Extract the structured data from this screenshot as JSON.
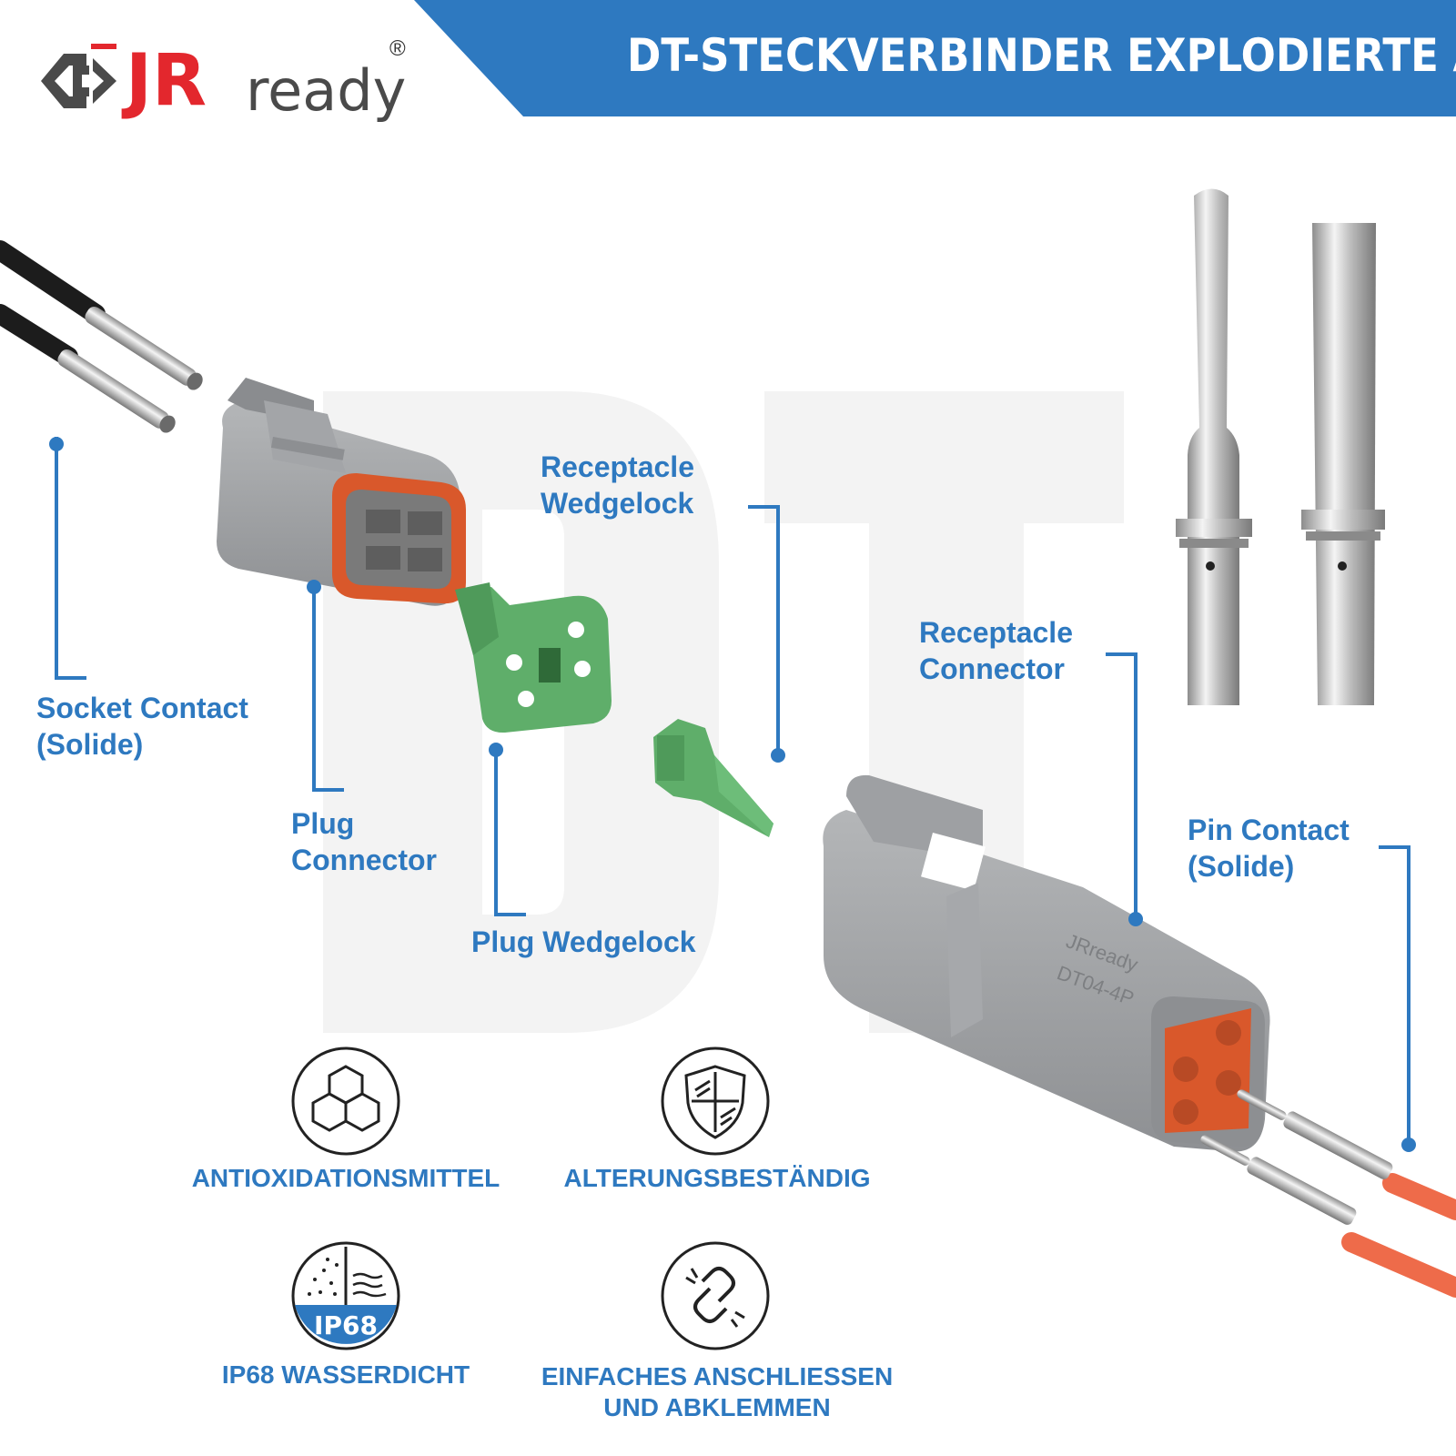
{
  "brand": {
    "mark": "JR",
    "wordmark": "ready",
    "registered": "®"
  },
  "banner": {
    "title": "DT-STECKVERBINDER EXPLODIERTE ANSICHT",
    "color": "#2e79c0"
  },
  "watermark": "DT",
  "parts": {
    "socket_contact": "Socket Contact\n(Solide)",
    "plug_connector": "Plug\nConnector",
    "plug_wedgelock": "Plug Wedgelock",
    "receptacle_wedgelock": "Receptacle\nWedgelock",
    "receptacle_connector": "Receptacle\nConnector",
    "pin_contact": "Pin Contact\n(Solide)"
  },
  "features": [
    {
      "label": "ANTIOXIDATIONSMITTEL",
      "icon": "hexagon-cells-icon"
    },
    {
      "label": "ALTERUNGSBESTÄNDIG",
      "icon": "shield-icon"
    },
    {
      "label": "IP68 WASSERDICHT",
      "icon": "ip68-waterproof-icon",
      "badge": "IP68"
    },
    {
      "label": "EINFACHES ANSCHLIESSEN\nUND ABKLEMMEN",
      "icon": "broken-chain-link-icon"
    }
  ],
  "connector_marking": {
    "brand": "JRready",
    "model": "DT04-4P"
  },
  "colors": {
    "accent": "#2e79c0",
    "brand_red": "#e3272d",
    "housing_gray": "#9a9c9f",
    "wedgelock_green": "#5fae6a",
    "seal_orange": "#d9582b",
    "wire_black": "#1c1c1c",
    "wire_orange": "#ee6b4a"
  }
}
